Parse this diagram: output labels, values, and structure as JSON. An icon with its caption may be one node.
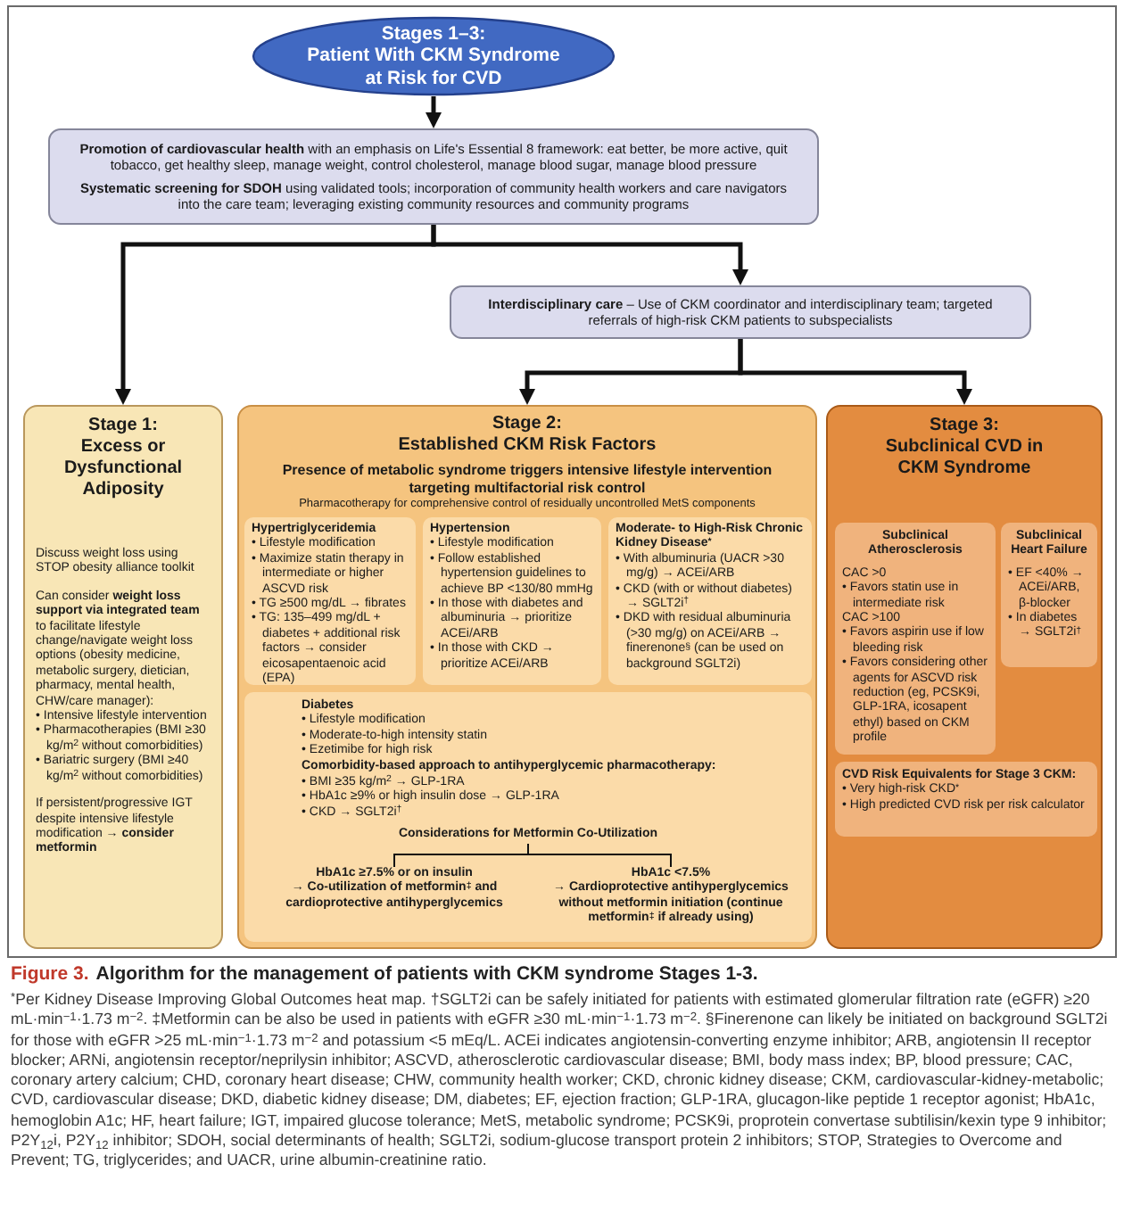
{
  "diagram": {
    "title": "Algorithm for the management of patients with CKM syndrome Stages 1-3.",
    "caption": "$^{*}$Per Kidney Disease Improving Global Outcomes heat map. †SGLT2i can be safely initiated for patients with estimated glomerular filtration rate (eGFR) ≥20 mL·min$^{−1}$·1.73 m$^{−2}$. ‡Metformin can be also be used in patients with eGFR ≥30 mL·min$^{−1}$·1.73 m$^{−2}$. §Finerenone can likely be initiated on background SGLT2i for those with eGFR >25 mL·min$^{−1}$·1.73 m$^{−2}$ and potassium <5 mEq/L. ACEi indicates angiotensin-converting enzyme inhibitor; ARB, angiotensin II receptor blocker; ARNi, angiotensin receptor/neprilysin inhibitor; ASCVD, atherosclerotic cardiovascular disease; BMI, body mass index; BP, blood pressure; CAC, coronary artery calcium; CHD, coronary heart disease; CHW, community health worker; CKD, chronic kidney disease; CKM, cardiovascular-kidney-metabolic; CVD, cardiovascular disease; DKD, diabetic kidney disease; DM, diabetes; EF, ejection fraction; GLP-1RA, glucagon-like peptide 1 receptor agonist; HbA1c, hemoglobin A1c; HF, heart failure; IGT, impaired glucose tolerance; MetS, metabolic syndrome; PCSK9i, proprotein convertase subtilisin/kexin type 9 inhibitor; P2Y$_{12}$i, P2Y$_{12}$ inhibitor; SDOH, social determinants of health; SGLT2i, sodium-glucose transport protein 2 inhibitors; STOP, Strategies to Overcome and Prevent; TG, triglycerides; and UACR, urine albumin-creatinine ratio.",
    "nodes": [
      {
        "text": [
          "Stages 1–3:",
          "Patient With CKM Syndrome at Risk for CVD"
        ]
      },
      {
        "text": [
          "**Promotion of cardiovascular health** with an emphasis on Life's Essential 8 framework: eat better, be more active, quit tobacco, get healthy sleep, manage weight, control cholesterol, manage blood sugar, manage blood pressure",
          "**Systematic screening for SDOH** using validated tools; incorporation of community health workers and care navigators into the care team; leveraging existing community resources and community programs"
        ]
      },
      {
        "text": [
          "**Interdisciplinary care** – Use of CKM coordinator and interdisciplinary team; targeted referrals of high-risk CKM patients to subspecialists"
        ]
      },
      {
        "text": [
          "Stage 1:",
          "Excess or Dysfunctional Adiposity",
          "Discuss weight loss using STOP obesity alliance toolkit",
          "Can consider **weight loss support via integrated team** to facilitate lifestyle change/navigate weight loss options (obesity medicine, metabolic surgery, dietician, pharmacy, mental health, CHW/care manager):",
          "• Intensive lifestyle intervention",
          "• Pharmacotherapies (BMI ≥30 kg/m$^{2}$ without comorbidities)",
          "• Bariatric surgery (BMI ≥40 kg/m$^{2}$ without comorbidities)",
          "If persistent/progressive IGT despite intensive lifestyle modification → **consider metformin**"
        ]
      },
      {
        "text": [
          "Stage 2:",
          "Established CKM Risk Factors",
          "Presence of metabolic syndrome triggers intensive lifestyle intervention targeting multifactorial risk control",
          "Pharmacotherapy for comprehensive control of residually uncontrolled MetS components"
        ]
      },
      {
        "text": [
          "Hypertriglyceridemia",
          "• Lifestyle modification",
          "• Maximize statin therapy in intermediate or higher ASCVD risk",
          "• TG ≥500 mg/dL → fibrates",
          "• TG: 135–499 mg/dL + diabetes + additional risk factors → consider eicosapentaenoic acid (EPA)"
        ],
        "in": 4
      },
      {
        "text": [
          "Hypertension",
          "• Lifestyle modification",
          "• Follow established hypertension guidelines to achieve BP <130/80 mmHg",
          "• In those with diabetes and albuminuria → prioritize ACEi/ARB",
          "• In those with CKD → prioritize ACEi/ARB"
        ],
        "in": 4
      },
      {
        "text": [
          "Moderate- to High-Risk Chronic Kidney Disease$^{*}$",
          "• With albuminuria (UACR >30 mg/g) → ACEi/ARB",
          "• CKD (with or without diabetes) → SGLT2i$^{†}$",
          "• DKD with residual albuminuria (>30 mg/g) on ACEi/ARB → finerenone$^{§}$ (can be used on background SGLT2i)"
        ],
        "in": 4
      },
      {
        "text": [
          "Diabetes",
          "• Lifestyle modification",
          "• Moderate-to-high intensity statin",
          "• Ezetimibe for high risk",
          "Comorbidity-based approach to antihyperglycemic pharmacotherapy:",
          "• BMI ≥35 kg/m$^{2}$ → GLP-1RA",
          "• HbA1c ≥9% or high insulin dose → GLP-1RA",
          "• CKD → SGLT2i$^{†}$"
        ],
        "in": 4
      },
      {
        "text": [
          "Considerations for Metformin Co-Utilization"
        ],
        "in": 8
      },
      {
        "text": [
          "HbA1c ≥7.5% or on insulin",
          "→ Co-utilization of metformin$^{‡}$ and cardioprotective antihyperglycemics"
        ],
        "in": 8
      },
      {
        "text": [
          "HbA1c <7.5%",
          "→ Cardioprotective antihyperglycemics without metformin initiation (continue metformin$^{‡}$ if already using)"
        ],
        "in": 8
      },
      {
        "text": [
          "Stage 3:",
          "Subclinical CVD in CKM Syndrome"
        ]
      },
      {
        "text": [
          "Subclinical Atherosclerosis",
          "CAC >0",
          "• Favors statin use in intermediate risk",
          "CAC >100",
          "• Favors aspirin use if low bleeding risk",
          "• Favors considering other agents for ASCVD risk reduction (eg, PCSK9i, GLP-1RA, icosapent ethyl) based on CKM profile"
        ],
        "in": 12
      },
      {
        "text": [
          "Subclinical Heart Failure",
          "• EF <40% → ACEi/ARB, β-blocker",
          "• In diabetes → SGLT2i$^{†}$"
        ],
        "in": 12
      },
      {
        "text": [
          "CVD Risk Equivalents for Stage 3 CKM:",
          "• Very high-risk CKD$^{*}$",
          "• High predicted CVD risk per risk calculator"
        ],
        "in": 12
      }
    ],
    "edges": [
      {
        "from": 0,
        "to": 1,
        "arrow": "to"
      },
      {
        "from": 1,
        "to": 3,
        "arrow": "to"
      },
      {
        "from": 1,
        "to": 2,
        "arrow": "to"
      },
      {
        "from": 2,
        "to": 4,
        "arrow": "to"
      },
      {
        "from": 2,
        "to": 12,
        "arrow": "to"
      },
      {
        "from": 9,
        "to": 10,
        "arrow": "none"
      },
      {
        "from": 9,
        "to": 11,
        "arrow": "none"
      }
    ],
    "labels": [
      "Figure 3."
    ]
  }
}
